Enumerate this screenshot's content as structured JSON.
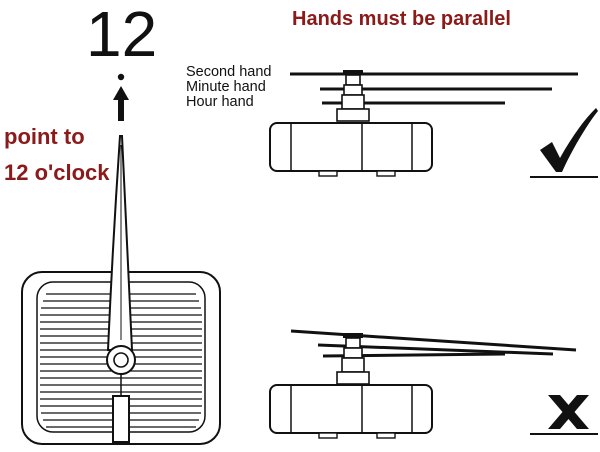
{
  "number_12": "12",
  "title": "Hands must be parallel",
  "instruction": {
    "line1": "point to",
    "line2": "12 o'clock"
  },
  "hand_labels": {
    "second": "Second hand",
    "minute": "Minute hand",
    "hour": "Hour hand"
  },
  "marks": {
    "correct": "check-mark-icon",
    "incorrect": "x-mark-icon"
  },
  "colors": {
    "accent_red": "#8b1a1a",
    "ink": "#111111",
    "paper": "#ffffff"
  }
}
